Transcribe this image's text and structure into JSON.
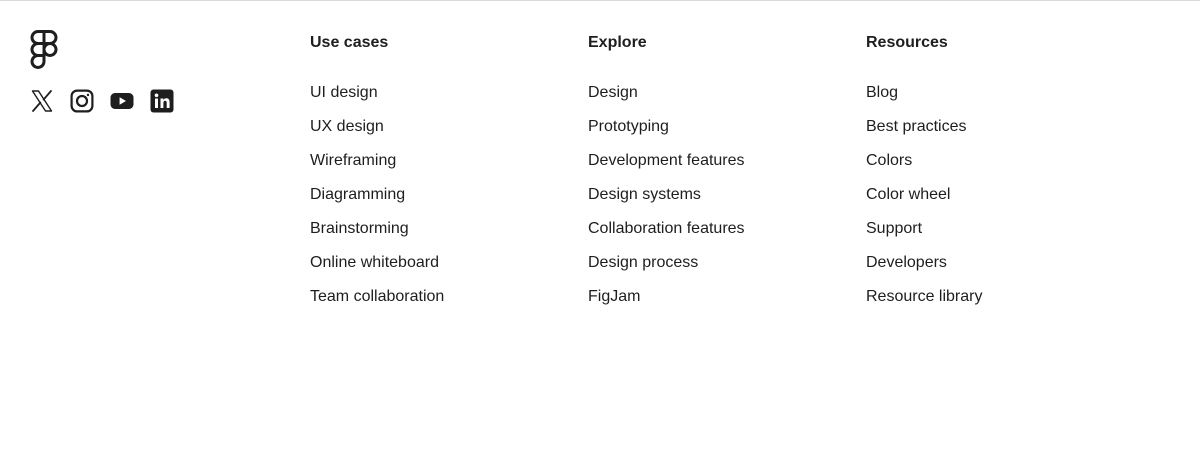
{
  "brand": {
    "logo_icon": "figma-logo-icon",
    "color": "#1e1e1e"
  },
  "socials": [
    {
      "icon": "x-twitter-icon"
    },
    {
      "icon": "instagram-icon"
    },
    {
      "icon": "youtube-icon"
    },
    {
      "icon": "linkedin-icon"
    }
  ],
  "footer": {
    "use_cases": {
      "heading": "Use cases",
      "items": [
        "UI design",
        "UX design",
        "Wireframing",
        "Diagramming",
        "Brainstorming",
        "Online whiteboard",
        "Team collaboration"
      ]
    },
    "explore": {
      "heading": "Explore",
      "items": [
        "Design",
        "Prototyping",
        "Development features",
        "Design systems",
        "Collaboration features",
        "Design process",
        "FigJam"
      ]
    },
    "resources": {
      "heading": "Resources",
      "items": [
        "Blog",
        "Best practices",
        "Colors",
        "Color wheel",
        "Support",
        "Developers",
        "Resource library"
      ]
    }
  },
  "colors": {
    "text": "#1e1e1e",
    "divider": "#d9d9d9",
    "background": "#ffffff"
  }
}
